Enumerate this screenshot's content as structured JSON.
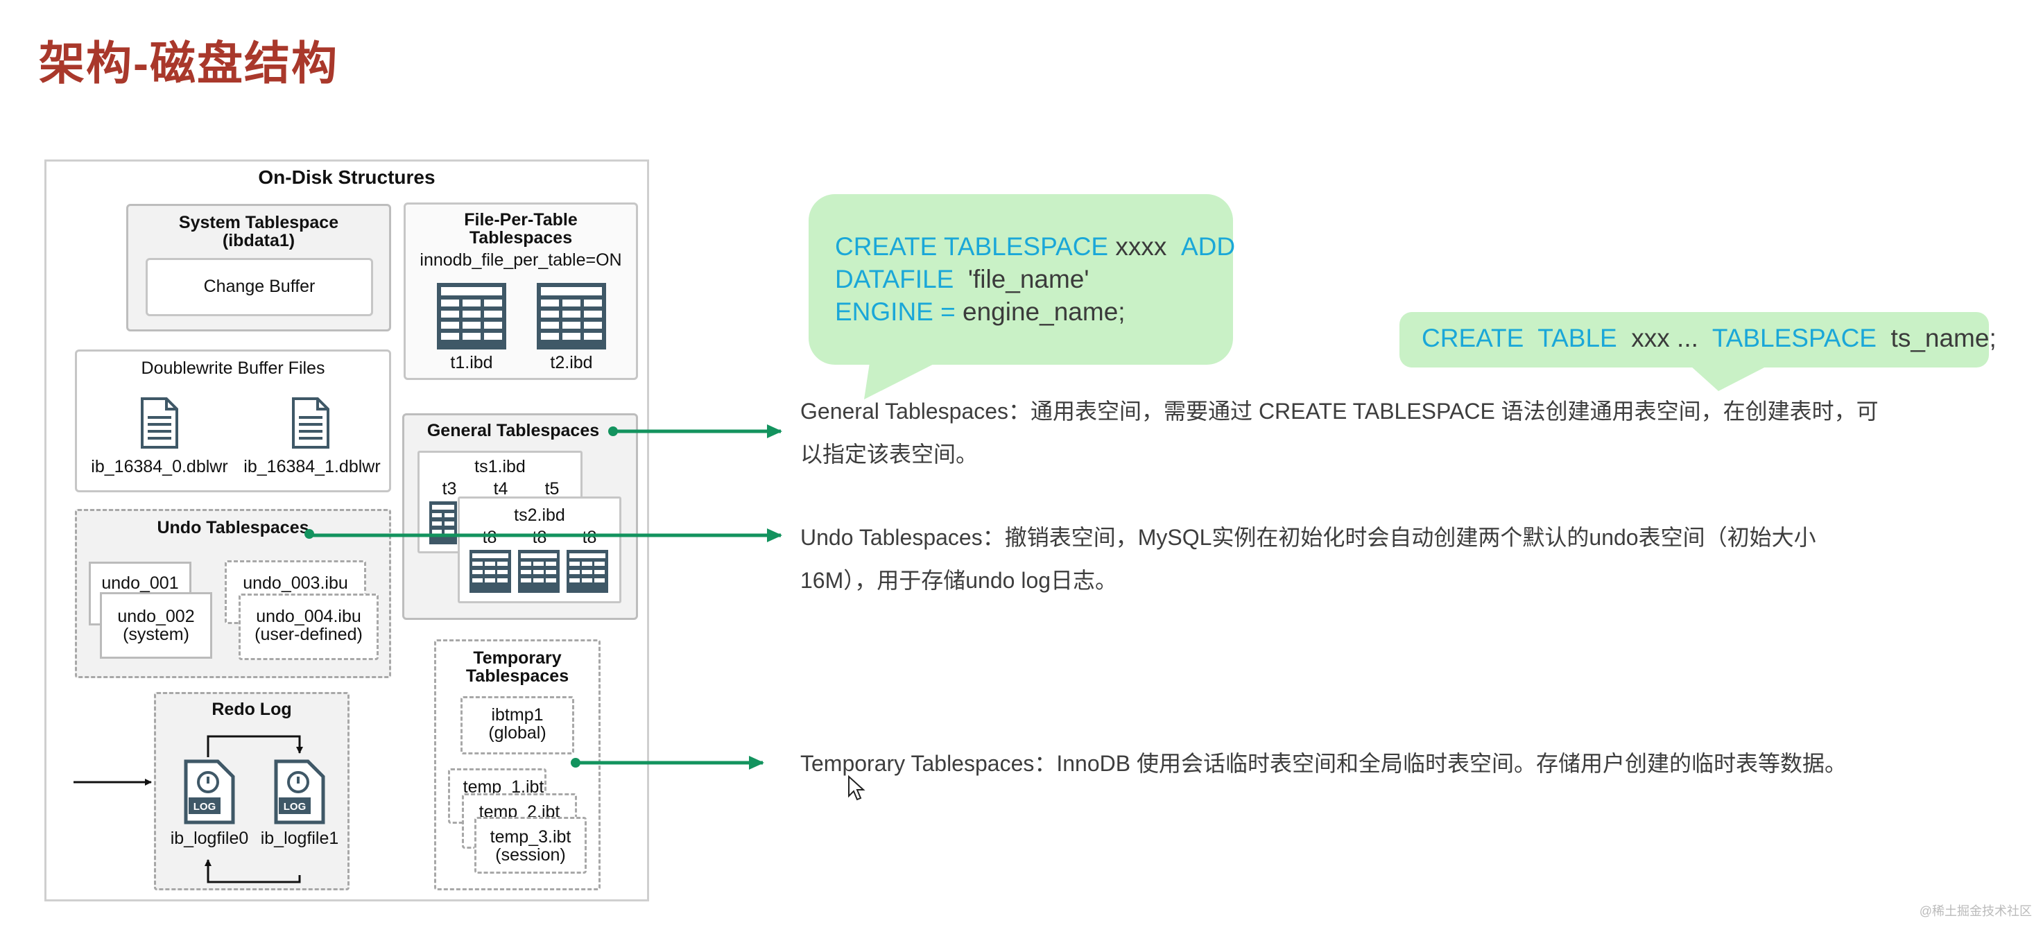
{
  "slide": {
    "title": "架构-磁盘结构",
    "watermark": "@稀土掘金技术社区"
  },
  "diagram": {
    "title": "On-Disk Structures",
    "system_tablespace": {
      "title": "System Tablespace",
      "subtitle": "(ibdata1)",
      "change_buffer": "Change Buffer"
    },
    "file_per_table": {
      "title1": "File-Per-Table",
      "title2": "Tablespaces",
      "setting": "innodb_file_per_table=ON",
      "files": [
        "t1.ibd",
        "t2.ibd"
      ]
    },
    "doublewrite": {
      "title": "Doublewrite Buffer Files",
      "files": [
        "ib_16384_0.dblwr",
        "ib_16384_1.dblwr"
      ]
    },
    "general": {
      "title": "General Tablespaces",
      "ts1": "ts1.ibd",
      "ts1_tables": [
        "t3",
        "t4",
        "t5"
      ],
      "ts2": "ts2.ibd",
      "ts2_tables": [
        "t8",
        "t8",
        "t8"
      ]
    },
    "undo": {
      "title": "Undo Tablespaces",
      "u1": "undo_001",
      "u2a": "undo_002",
      "u2b": "(system)",
      "u3": "undo_003.ibu",
      "u4a": "undo_004.ibu",
      "u4b": "(user-defined)"
    },
    "temporary": {
      "title1": "Temporary",
      "title2": "Tablespaces",
      "g1": "ibtmp1",
      "g2": "(global)",
      "t1": "temp_1.ibt",
      "t2": "temp_2.ibt",
      "t3a": "temp_3.ibt",
      "t3b": "(session)"
    },
    "redo": {
      "title": "Redo Log",
      "log_icon": "LOG",
      "files": [
        "ib_logfile0",
        "ib_logfile1"
      ]
    }
  },
  "bubble1": {
    "line1": {
      "a": "CREATE TABLESPACE",
      "b": "xxxx",
      "c": "ADD"
    },
    "line2": {
      "a": "DATAFILE",
      "b": "'file_name'"
    },
    "line3": {
      "a": "ENGINE =",
      "b": "engine_name;"
    }
  },
  "bubble2": {
    "a": "CREATE",
    "b": "TABLE",
    "c": "xxx ...",
    "d": "TABLESPACE",
    "e": "ts_name;"
  },
  "descriptions": {
    "general_1": "General Tablespaces：通用表空间，需要通过 CREATE  TABLESPACE 语法创建通用表空间，在创建表时，可",
    "general_2": "以指定该表空间。",
    "undo_1": "Undo Tablespaces：撤销表空间，MySQL实例在初始化时会自动创建两个默认的undo表空间（初始大小",
    "undo_2": "16M），用于存储undo log日志。",
    "temporary": "Temporary Tablespaces：InnoDB 使用会话临时表空间和全局临时表空间。存储用户创建的临时表等数据。"
  },
  "colors": {
    "title": "#a9382b",
    "arrow": "#13935e",
    "bubble": "#c9f1c6",
    "keyword": "#1aa7d8",
    "icon": "#3f5867"
  }
}
